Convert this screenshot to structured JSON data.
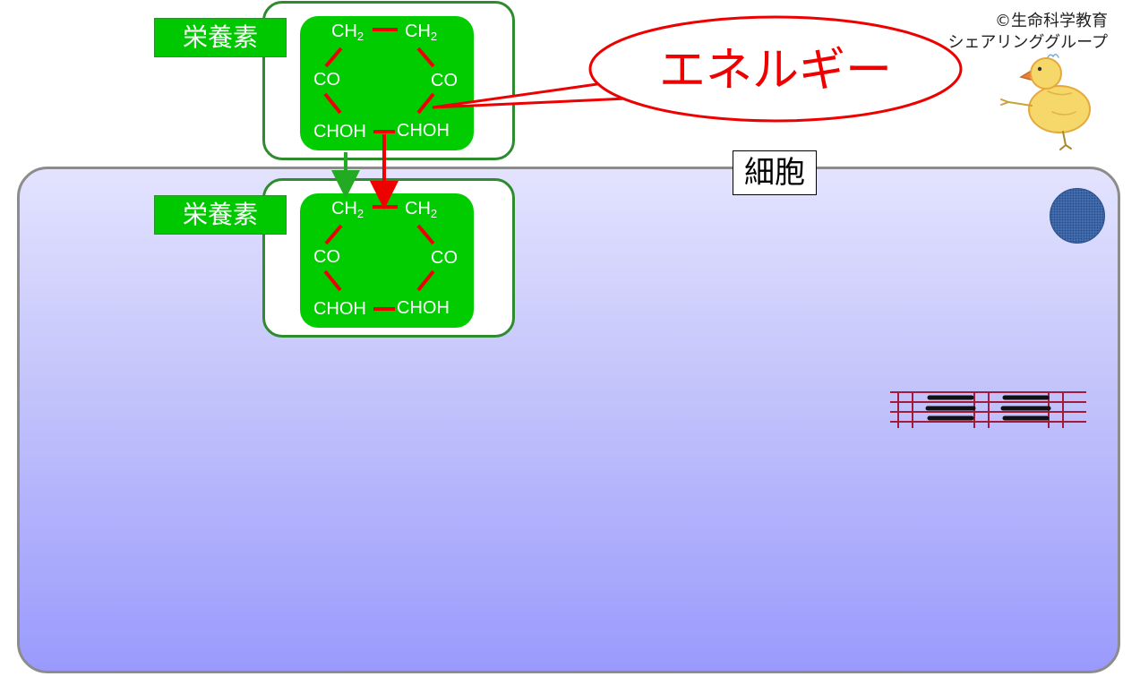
{
  "cell": {
    "label": "細胞"
  },
  "nutrients": [
    {
      "label": "栄養素",
      "groups": {
        "ch2_left": "CH",
        "ch2_right": "CH",
        "sub": "2",
        "co_left": "CO",
        "co_right": "CO",
        "choh_left": "CHOH",
        "choh_right": "CHOH"
      }
    },
    {
      "label": "栄養素",
      "groups": {
        "ch2_left": "CH",
        "ch2_right": "CH",
        "sub": "2",
        "co_left": "CO",
        "co_right": "CO",
        "choh_left": "CHOH",
        "choh_right": "CHOH"
      }
    }
  ],
  "energy": {
    "label": "エネルギー"
  },
  "copyright": {
    "line1": "©生命科学教育",
    "line2": "シェアリンググループ"
  },
  "colors": {
    "bond": "#ee0000",
    "molecule": "#00cc00",
    "frame": "#2e8b2e",
    "energy_text": "#ee0000",
    "transfer_arrow": "#22aa22"
  }
}
